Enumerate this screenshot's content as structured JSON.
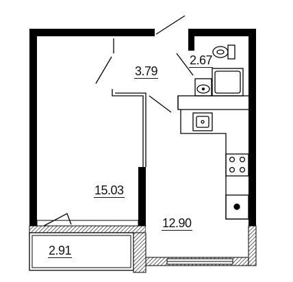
{
  "rooms": {
    "living_room": {
      "area": "15.03"
    },
    "hallway": {
      "area": "3.79"
    },
    "bathroom": {
      "area": "2.67"
    },
    "kitchen": {
      "area": "12.90"
    },
    "balcony": {
      "area": "2.91"
    }
  }
}
